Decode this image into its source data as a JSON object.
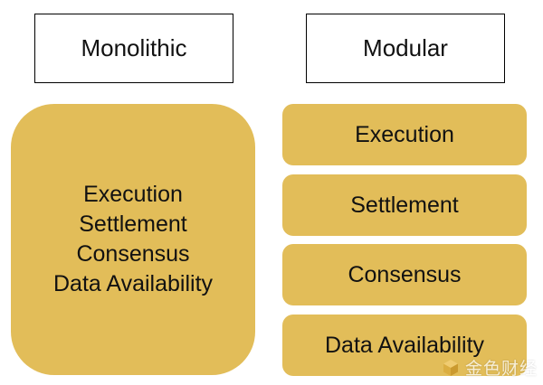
{
  "colors": {
    "block_fill": "#E2BD59",
    "header_border": "#000000",
    "text": "#111111"
  },
  "monolithic": {
    "title": "Monolithic",
    "layers": [
      "Execution",
      "Settlement",
      "Consensus",
      "Data Availability"
    ]
  },
  "modular": {
    "title": "Modular",
    "layers": [
      "Execution",
      "Settlement",
      "Consensus",
      "Data Availability"
    ]
  },
  "watermark": {
    "text": "金色财经",
    "icon": "gold-cube-logo-icon"
  }
}
